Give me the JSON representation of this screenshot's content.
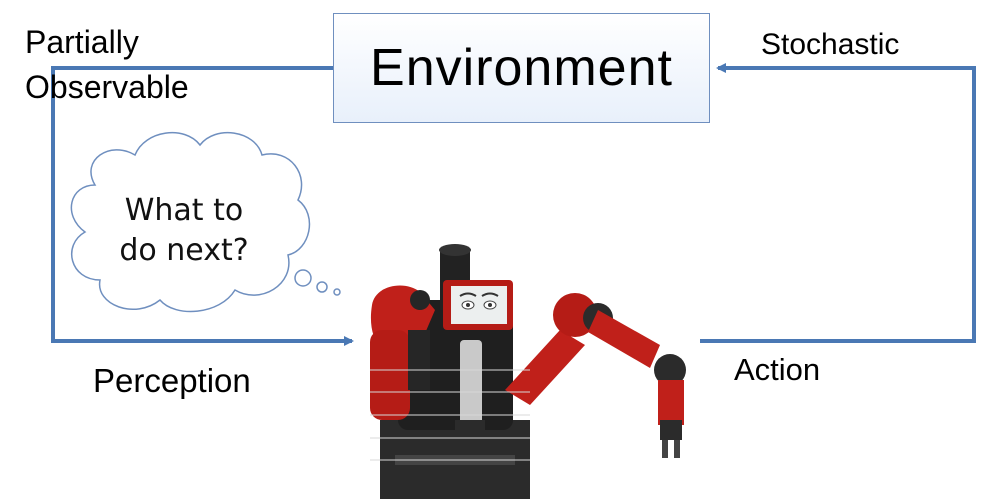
{
  "environment": {
    "label": "Environment"
  },
  "labels": {
    "partially": "Partially",
    "observable": "Observable",
    "stochastic": "Stochastic",
    "perception": "Perception",
    "action": "Action"
  },
  "thought_bubble": {
    "line1": "What to",
    "line2": "do next?"
  },
  "colors": {
    "arrow": "#4a78b4",
    "box_border": "#6f8fbf",
    "robot_red": "#c0201a",
    "robot_dark": "#2b2b2b"
  }
}
